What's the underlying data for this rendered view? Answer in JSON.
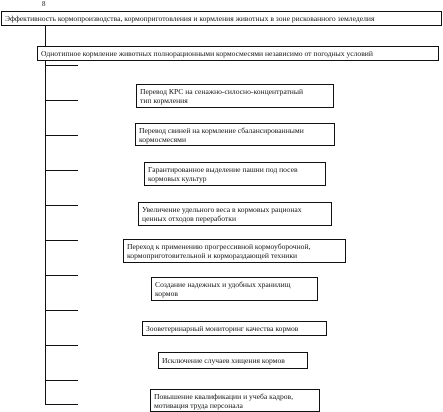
{
  "diagram": {
    "header": "Эффективность кормопроизводства, кормоприготовления и кормления животных в зоне рискованного земледелия",
    "main_box": "Однотипное кормление животных полнорационными кормосмесями независимо от погодных условий",
    "top_mark": "8",
    "items": [
      {
        "line1": "Перевод КРС на сенажно-силосно-концентратный",
        "line2": "тип кормления"
      },
      {
        "line1": "Перевод свиней на кормление сбалансированными",
        "line2": "кормосмесями"
      },
      {
        "line1": "Гарантированное выделение пашни под посев",
        "line2": "кормовых культур"
      },
      {
        "line1": "Увеличение удельного веса в кормовых рационах",
        "line2": "ценных отходов переработки"
      },
      {
        "line1": "Переход к применению прогрессивной кормоуборочной,",
        "line2": "кормоприготовительной и кормораздающей техники"
      },
      {
        "line1": "Создание надежных и удобных хранилищ",
        "line2": "кормов"
      },
      {
        "line1": "Зооветеринарный мониторинг качества кормов",
        "line2": ""
      },
      {
        "line1": "Исключение случаев хищения кормов",
        "line2": ""
      },
      {
        "line1": "Повышение квалификации и учеба кадров,",
        "line2": "мотивация труда персонала"
      }
    ]
  },
  "colors": {
    "line": "#111111",
    "background": "#ffffff"
  }
}
